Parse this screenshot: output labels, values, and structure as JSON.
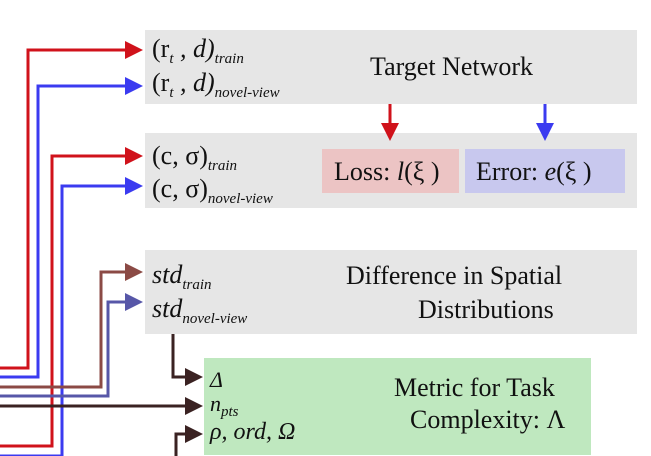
{
  "target_box": {
    "title": "Target Network",
    "items": [
      {
        "main": "(r",
        "sub_t": "t",
        "mid": " , d)",
        "sub": "train"
      },
      {
        "main": "(r",
        "sub_t": "t",
        "mid": " , d)",
        "sub": "novel-view"
      }
    ]
  },
  "loss_box": {
    "items": [
      {
        "main": "(c, σ)",
        "sub": "train"
      },
      {
        "main": "(c, σ)",
        "sub": "novel-view"
      }
    ],
    "loss": {
      "prefix": "Loss: ",
      "func": "l",
      "arg": "(ξ )"
    },
    "error": {
      "prefix": "Error: ",
      "func": "e",
      "arg": "(ξ )"
    },
    "loss_color": "#ecc4c4",
    "error_color": "#c8c8ee"
  },
  "spatial_box": {
    "items": [
      {
        "main": "std",
        "sub": "train"
      },
      {
        "main": "std",
        "sub": "novel-view"
      }
    ],
    "title_line1": "Difference in Spatial",
    "title_line2": "Distributions"
  },
  "metric_box": {
    "items": [
      "Δ",
      "n",
      "ρ, ord, Ω"
    ],
    "n_sub": "pts",
    "title_line1": "Metric for Task",
    "title_line2": "Complexity: Λ"
  },
  "colors": {
    "red": "#d0121b",
    "blue": "#3b3bf0",
    "brown": "#8b4a45",
    "slate": "#5757a8",
    "dark": "#3a2222",
    "grey_box": "#e6e6e6",
    "green_box": "#bfe8bf"
  }
}
